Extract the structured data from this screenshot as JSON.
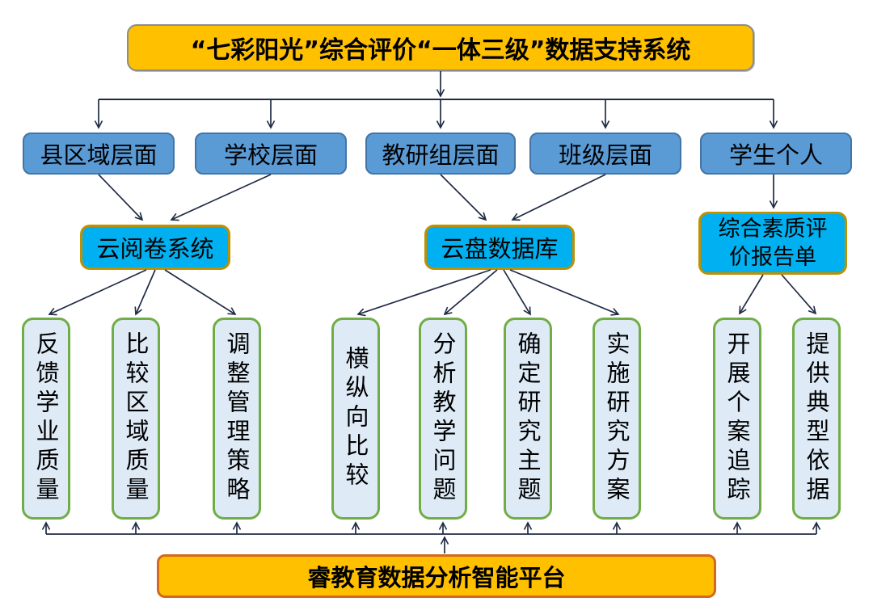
{
  "diagram": {
    "title": "“七彩阳光”综合评价“一体三级”数据支持系统",
    "levels": [
      "县区域层面",
      "学校层面",
      "教研组层面",
      "班级层面",
      "学生个人"
    ],
    "systems": [
      "云阅卷系统",
      "云盘数据库",
      "综合素质评价报告单"
    ],
    "functions": [
      "反馈学业质量",
      "比较区域质量",
      "调整管理策略",
      "横纵向比较",
      "分析教学问题",
      "确定研究主题",
      "实施研究方案",
      "开展个案追踪",
      "提供典型依据"
    ],
    "platform": "睿教育数据分析智能平台",
    "colors": {
      "title_fill": "#FFC000",
      "title_border": "#8C8C8C",
      "level_fill": "#5B9BD5",
      "level_border": "#4374A6",
      "system_fill": "#00B0F0",
      "system_border": "#BF9000",
      "function_fill": "#DEEBF7",
      "function_border": "#70AD47",
      "platform_fill": "#FFC000",
      "platform_border": "#D4681E",
      "arrow": "#1F2B45"
    }
  }
}
